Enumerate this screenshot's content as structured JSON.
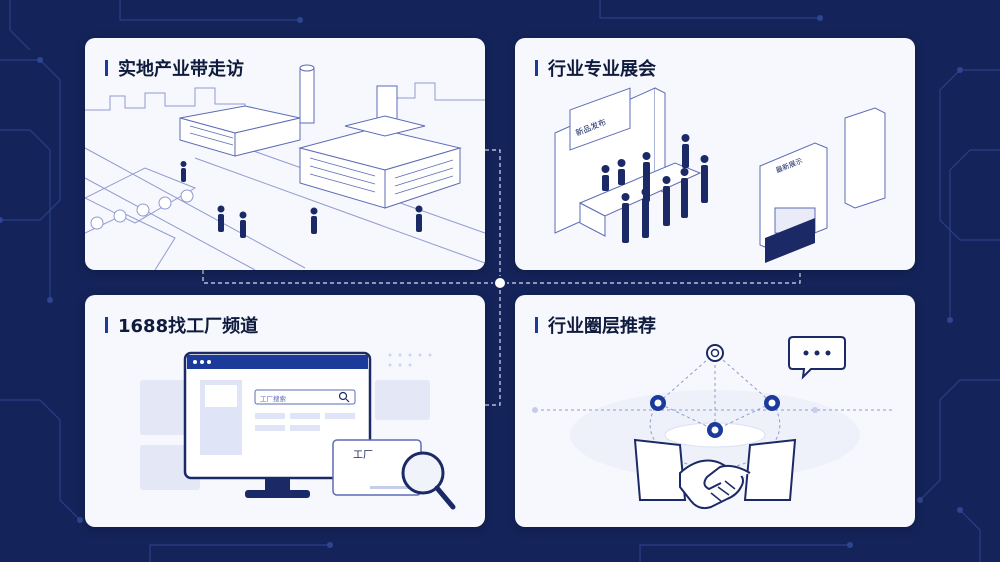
{
  "cards": [
    {
      "title": "实地产业带走访",
      "illustration": "industrial-park-illustration"
    },
    {
      "title": "行业专业展会",
      "illustration": "exhibition-booth-illustration",
      "booth_signs": [
        "新品发布",
        "最新展示"
      ]
    },
    {
      "title": "1688找工厂频道",
      "illustration": "factory-search-illustration",
      "search_placeholder": "工厂搜索",
      "card_text": "工厂"
    },
    {
      "title": "行业圈层推荐",
      "illustration": "network-handshake-illustration"
    }
  ],
  "colors": {
    "background": "#14245a",
    "card": "#f7f8fd",
    "accent": "#1a3aa0",
    "ink": "#0f1b3d",
    "line": "#7b87c9"
  }
}
